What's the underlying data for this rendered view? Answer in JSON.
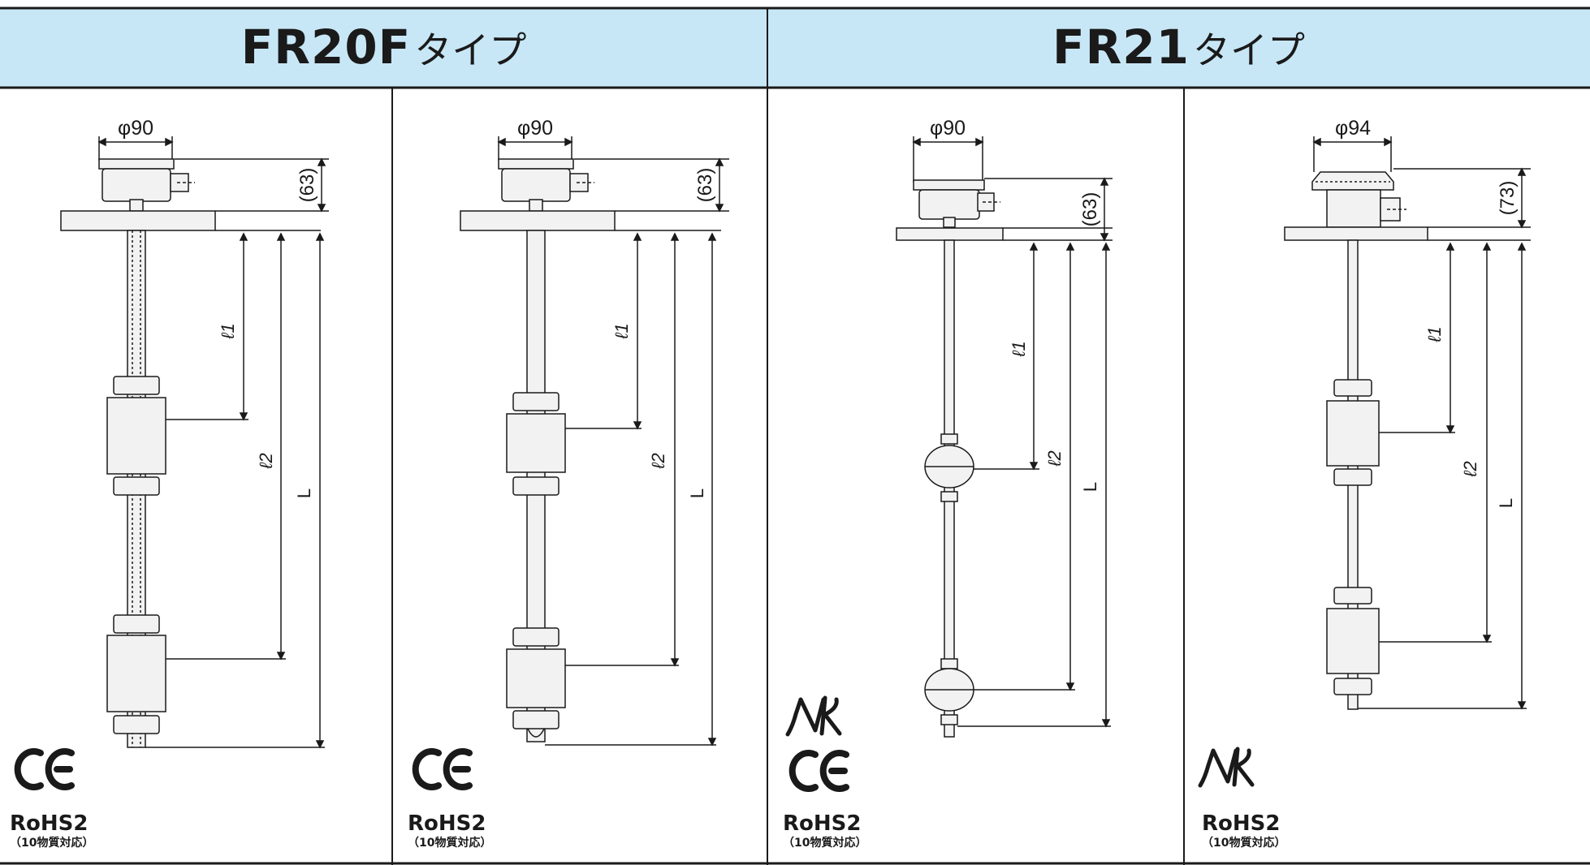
{
  "headers": [
    {
      "model": "FR20F",
      "suffix": "タイプ"
    },
    {
      "model": "FR21",
      "suffix": "タイプ"
    }
  ],
  "panels": [
    {
      "diameter": "φ90",
      "height": "(63)",
      "l1": "ℓ1",
      "l2": "ℓ2",
      "L": "L",
      "cert": [
        "CE"
      ],
      "rohs": "RoHS2",
      "rohs_note": "（10物質対応）"
    },
    {
      "diameter": "φ90",
      "height": "(63)",
      "l1": "ℓ1",
      "l2": "ℓ2",
      "L": "L",
      "cert": [
        "CE"
      ],
      "rohs": "RoHS2",
      "rohs_note": "（10物質対応）"
    },
    {
      "diameter": "φ90",
      "height": "(63)",
      "l1": "ℓ1",
      "l2": "ℓ2",
      "L": "L",
      "cert": [
        "NK",
        "CE"
      ],
      "rohs": "RoHS2",
      "rohs_note": "（10物質対応）"
    },
    {
      "diameter": "φ94",
      "height": "(73)",
      "l1": "ℓ1",
      "l2": "ℓ2",
      "L": "L",
      "cert": [
        "NK"
      ],
      "rohs": "RoHS2",
      "rohs_note": "（10物質対応）"
    }
  ],
  "colors": {
    "header_bg": "#c8e7f6",
    "line": "#1a1a1a",
    "part_fill": "#f2f2f2"
  }
}
